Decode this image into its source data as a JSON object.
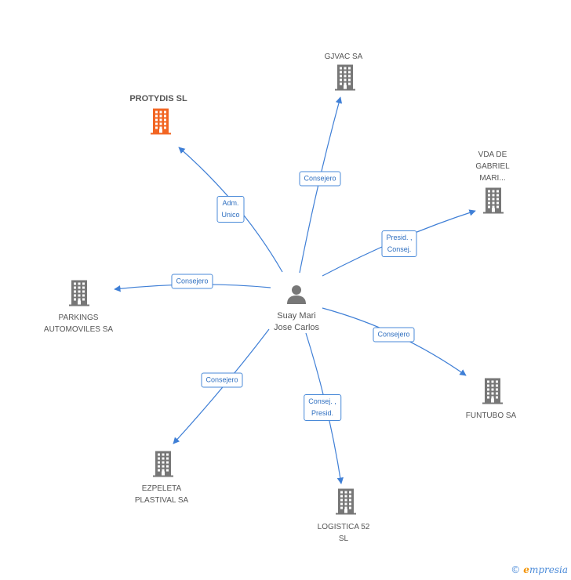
{
  "colors": {
    "edge": "#3f7fd6",
    "building": "#777777",
    "building_main": "#f26522",
    "person": "#777777"
  },
  "person": {
    "name_line1": "Suay Mari",
    "name_line2": "Jose Carlos",
    "icon": "person-icon"
  },
  "companies": [
    {
      "id": "protydis",
      "lines": [
        "PROTYDIS SL"
      ],
      "main": true,
      "icon": "building-icon"
    },
    {
      "id": "gjvac",
      "lines": [
        "GJVAC SA"
      ],
      "main": false,
      "icon": "building-icon"
    },
    {
      "id": "vda",
      "lines": [
        "VDA DE",
        "GABRIEL",
        "MARI..."
      ],
      "main": false,
      "icon": "building-icon"
    },
    {
      "id": "parkings",
      "lines": [
        "PARKINGS",
        "AUTOMOVILES SA"
      ],
      "main": false,
      "icon": "building-icon"
    },
    {
      "id": "funtubo",
      "lines": [
        "FUNTUBO SA"
      ],
      "main": false,
      "icon": "building-icon"
    },
    {
      "id": "ezpeleta",
      "lines": [
        "EZPELETA",
        "PLASTIVAL SA"
      ],
      "main": false,
      "icon": "building-icon"
    },
    {
      "id": "logistica",
      "lines": [
        "LOGISTICA 52",
        "SL"
      ],
      "main": false,
      "icon": "building-icon"
    }
  ],
  "edges": [
    {
      "to": "protydis",
      "lines": [
        "Adm.",
        "Unico"
      ]
    },
    {
      "to": "gjvac",
      "lines": [
        "Consejero"
      ]
    },
    {
      "to": "vda",
      "lines": [
        "Presid. ,",
        "Consej."
      ]
    },
    {
      "to": "parkings",
      "lines": [
        "Consejero"
      ]
    },
    {
      "to": "funtubo",
      "lines": [
        "Consejero"
      ]
    },
    {
      "to": "ezpeleta",
      "lines": [
        "Consejero"
      ]
    },
    {
      "to": "logistica",
      "lines": [
        "Consej. ,",
        "Presid."
      ]
    }
  ],
  "footer": {
    "copyright": "©",
    "brand_initial": "e",
    "brand_rest": "mpresia"
  }
}
